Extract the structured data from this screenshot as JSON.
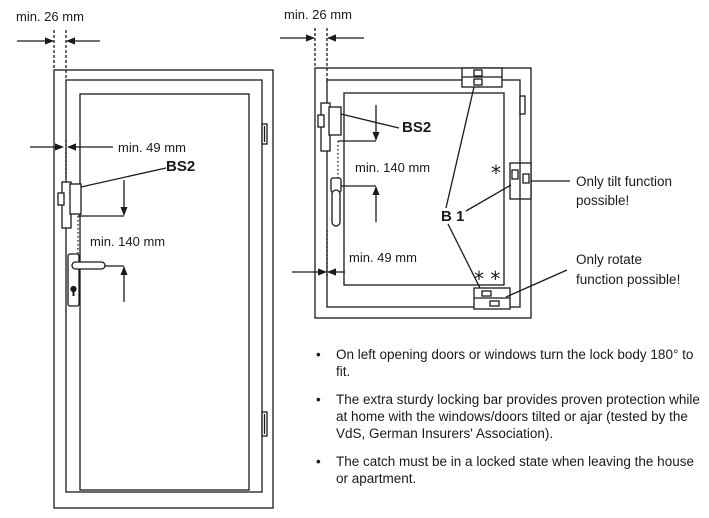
{
  "door_figure": {
    "frame_width_label": "min. 26 mm",
    "lock_offset_label": "min. 49 mm",
    "lock_label": "BS2",
    "handle_distance_label": "min. 140 mm"
  },
  "window_figure": {
    "frame_width_label": "min. 26 mm",
    "lock_label": "BS2",
    "handle_distance_label": "min. 140 mm",
    "lock_offset_label": "min. 49 mm",
    "bars_label": "B 1",
    "tilt_marker": "*",
    "rotate_marker": "* *",
    "tilt_note": [
      "Only tilt function",
      "possible!"
    ],
    "rotate_note": [
      "Only rotate",
      "function possible!"
    ]
  },
  "notes": [
    {
      "bullet": "•",
      "text": "On left opening doors or windows turn the lock body 180° to fit."
    },
    {
      "bullet": "•",
      "text": "The extra sturdy locking bar provides proven protection while at home with the windows/doors tilted or ajar (tested by the VdS, German Insurers' Association)."
    },
    {
      "bullet": "•",
      "text": "The catch must be in a locked state when leaving the house or apartment."
    }
  ]
}
